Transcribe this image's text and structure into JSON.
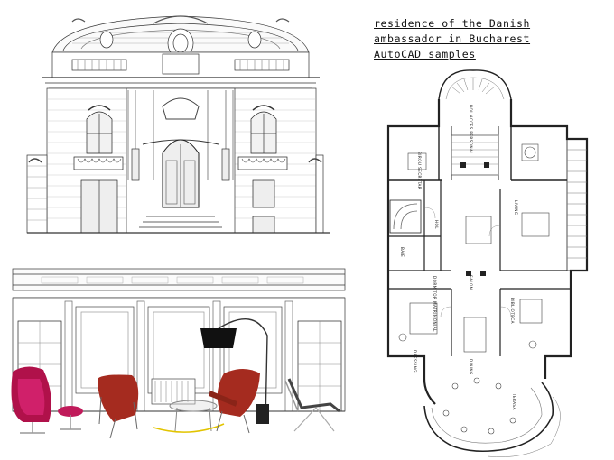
{
  "header": {
    "lines": [
      "residence of the Danish",
      "ambassador in Bucharest",
      "AutoCAD samples"
    ]
  },
  "plan_labels": {
    "birou": "BIROU SECRETAR",
    "hol": "HOL ACCES PERSONAL",
    "living": "LIVING",
    "hol2": "HOL",
    "baie": "BAIE",
    "dormitor": "DORMITOR MATRIMONIAL",
    "salon": "SALON",
    "biblioteca": "BIBLIOTECA",
    "dressing": "DRESSING",
    "dining": "DINING",
    "terasa": "TERASA"
  }
}
